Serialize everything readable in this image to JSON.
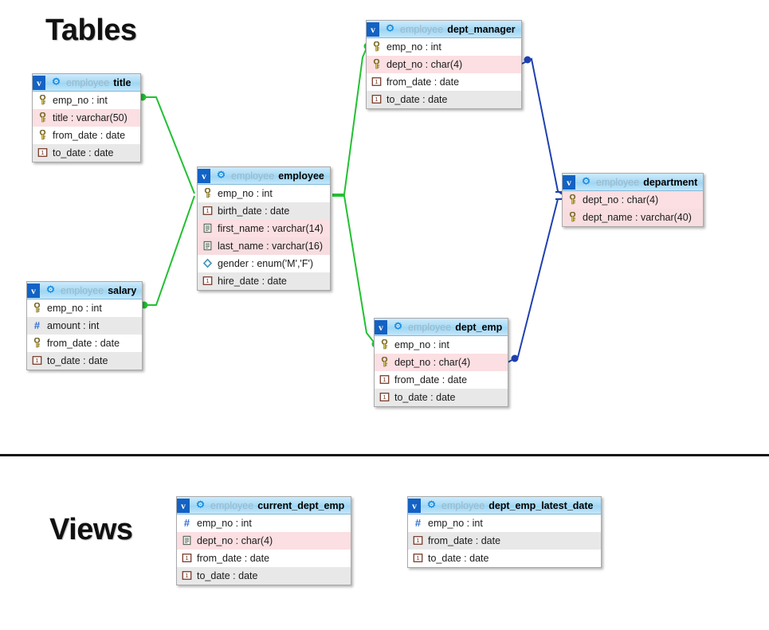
{
  "headings": {
    "tables": "Tables",
    "views": "Views"
  },
  "schema_label": "employee",
  "icons": {
    "view_badge": "v-badge-icon",
    "object": "gear-icon",
    "key": "key-icon",
    "date": "calendar-icon",
    "text": "text-column-icon",
    "enum": "enum-diamond-icon",
    "number": "hash-icon"
  },
  "colors": {
    "header_gradient_top": "#cfeafb",
    "header_gradient_bottom": "#a9dcf6",
    "badge_blue": "#1362c4",
    "gear_blue": "#1e90e0",
    "pink_row": "#fbdfe2",
    "alt_row": "#e8e8e8",
    "green_relation": "#22c032",
    "blue_relation": "#2040b0",
    "border": "#a9a9a9"
  },
  "tables": [
    {
      "id": "title",
      "schema": "employee",
      "name": "title",
      "columns": [
        {
          "icon": "key-icon",
          "label": "emp_no : int",
          "shade": "white"
        },
        {
          "icon": "key-icon",
          "label": "title : varchar(50)",
          "shade": "pink"
        },
        {
          "icon": "key-icon",
          "label": "from_date : date",
          "shade": "white"
        },
        {
          "icon": "calendar-icon",
          "label": "to_date : date",
          "shade": "alt"
        }
      ]
    },
    {
      "id": "employee",
      "schema": "employee",
      "name": "employee",
      "columns": [
        {
          "icon": "key-icon",
          "label": "emp_no : int",
          "shade": "white"
        },
        {
          "icon": "calendar-icon",
          "label": "birth_date : date",
          "shade": "alt"
        },
        {
          "icon": "text-column-icon",
          "label": "first_name : varchar(14)",
          "shade": "pink"
        },
        {
          "icon": "text-column-icon",
          "label": "last_name : varchar(16)",
          "shade": "pink-alt"
        },
        {
          "icon": "enum-diamond-icon",
          "label": "gender : enum('M','F')",
          "shade": "white"
        },
        {
          "icon": "calendar-icon",
          "label": "hire_date : date",
          "shade": "alt"
        }
      ]
    },
    {
      "id": "salary",
      "schema": "employee",
      "name": "salary",
      "columns": [
        {
          "icon": "key-icon",
          "label": "emp_no : int",
          "shade": "white"
        },
        {
          "icon": "hash-icon",
          "label": "amount : int",
          "shade": "alt"
        },
        {
          "icon": "key-icon",
          "label": "from_date : date",
          "shade": "white"
        },
        {
          "icon": "calendar-icon",
          "label": "to_date : date",
          "shade": "alt"
        }
      ]
    },
    {
      "id": "dept_manager",
      "schema": "employee",
      "name": "dept_manager",
      "columns": [
        {
          "icon": "key-icon",
          "label": "emp_no : int",
          "shade": "white"
        },
        {
          "icon": "key-icon",
          "label": "dept_no : char(4)",
          "shade": "pink"
        },
        {
          "icon": "calendar-icon",
          "label": "from_date : date",
          "shade": "white"
        },
        {
          "icon": "calendar-icon",
          "label": "to_date : date",
          "shade": "alt"
        }
      ]
    },
    {
      "id": "dept_emp",
      "schema": "employee",
      "name": "dept_emp",
      "columns": [
        {
          "icon": "key-icon",
          "label": "emp_no : int",
          "shade": "white"
        },
        {
          "icon": "key-icon",
          "label": "dept_no : char(4)",
          "shade": "pink"
        },
        {
          "icon": "calendar-icon",
          "label": "from_date : date",
          "shade": "white"
        },
        {
          "icon": "calendar-icon",
          "label": "to_date : date",
          "shade": "alt"
        }
      ]
    },
    {
      "id": "department",
      "schema": "employee",
      "name": "department",
      "columns": [
        {
          "icon": "key-icon",
          "label": "dept_no : char(4)",
          "shade": "pink"
        },
        {
          "icon": "key-icon",
          "label": "dept_name : varchar(40)",
          "shade": "pink-alt"
        }
      ]
    }
  ],
  "views": [
    {
      "id": "current_dept_emp",
      "schema": "employee",
      "name": "current_dept_emp",
      "columns": [
        {
          "icon": "hash-icon",
          "label": "emp_no : int",
          "shade": "white"
        },
        {
          "icon": "text-column-icon",
          "label": "dept_no : char(4)",
          "shade": "pink"
        },
        {
          "icon": "calendar-icon",
          "label": "from_date : date",
          "shade": "white"
        },
        {
          "icon": "calendar-icon",
          "label": "to_date : date",
          "shade": "alt"
        }
      ]
    },
    {
      "id": "dept_emp_latest_date",
      "schema": "employee",
      "name": "dept_emp_latest_date",
      "columns": [
        {
          "icon": "hash-icon",
          "label": "emp_no : int",
          "shade": "white"
        },
        {
          "icon": "calendar-icon",
          "label": "from_date : date",
          "shade": "alt"
        },
        {
          "icon": "calendar-icon",
          "label": "to_date : date",
          "shade": "white"
        }
      ]
    }
  ],
  "relations": [
    {
      "from": "title.emp_no",
      "to": "employee.emp_no",
      "color": "#22c032"
    },
    {
      "from": "salary.emp_no",
      "to": "employee.emp_no",
      "color": "#22c032"
    },
    {
      "from": "dept_manager.emp_no",
      "to": "employee.emp_no",
      "color": "#22c032"
    },
    {
      "from": "dept_emp.emp_no",
      "to": "employee.emp_no",
      "color": "#22c032"
    },
    {
      "from": "dept_manager.dept_no",
      "to": "department.dept_no",
      "color": "#2040b0"
    },
    {
      "from": "dept_emp.dept_no",
      "to": "department.dept_no",
      "color": "#2040b0"
    }
  ]
}
